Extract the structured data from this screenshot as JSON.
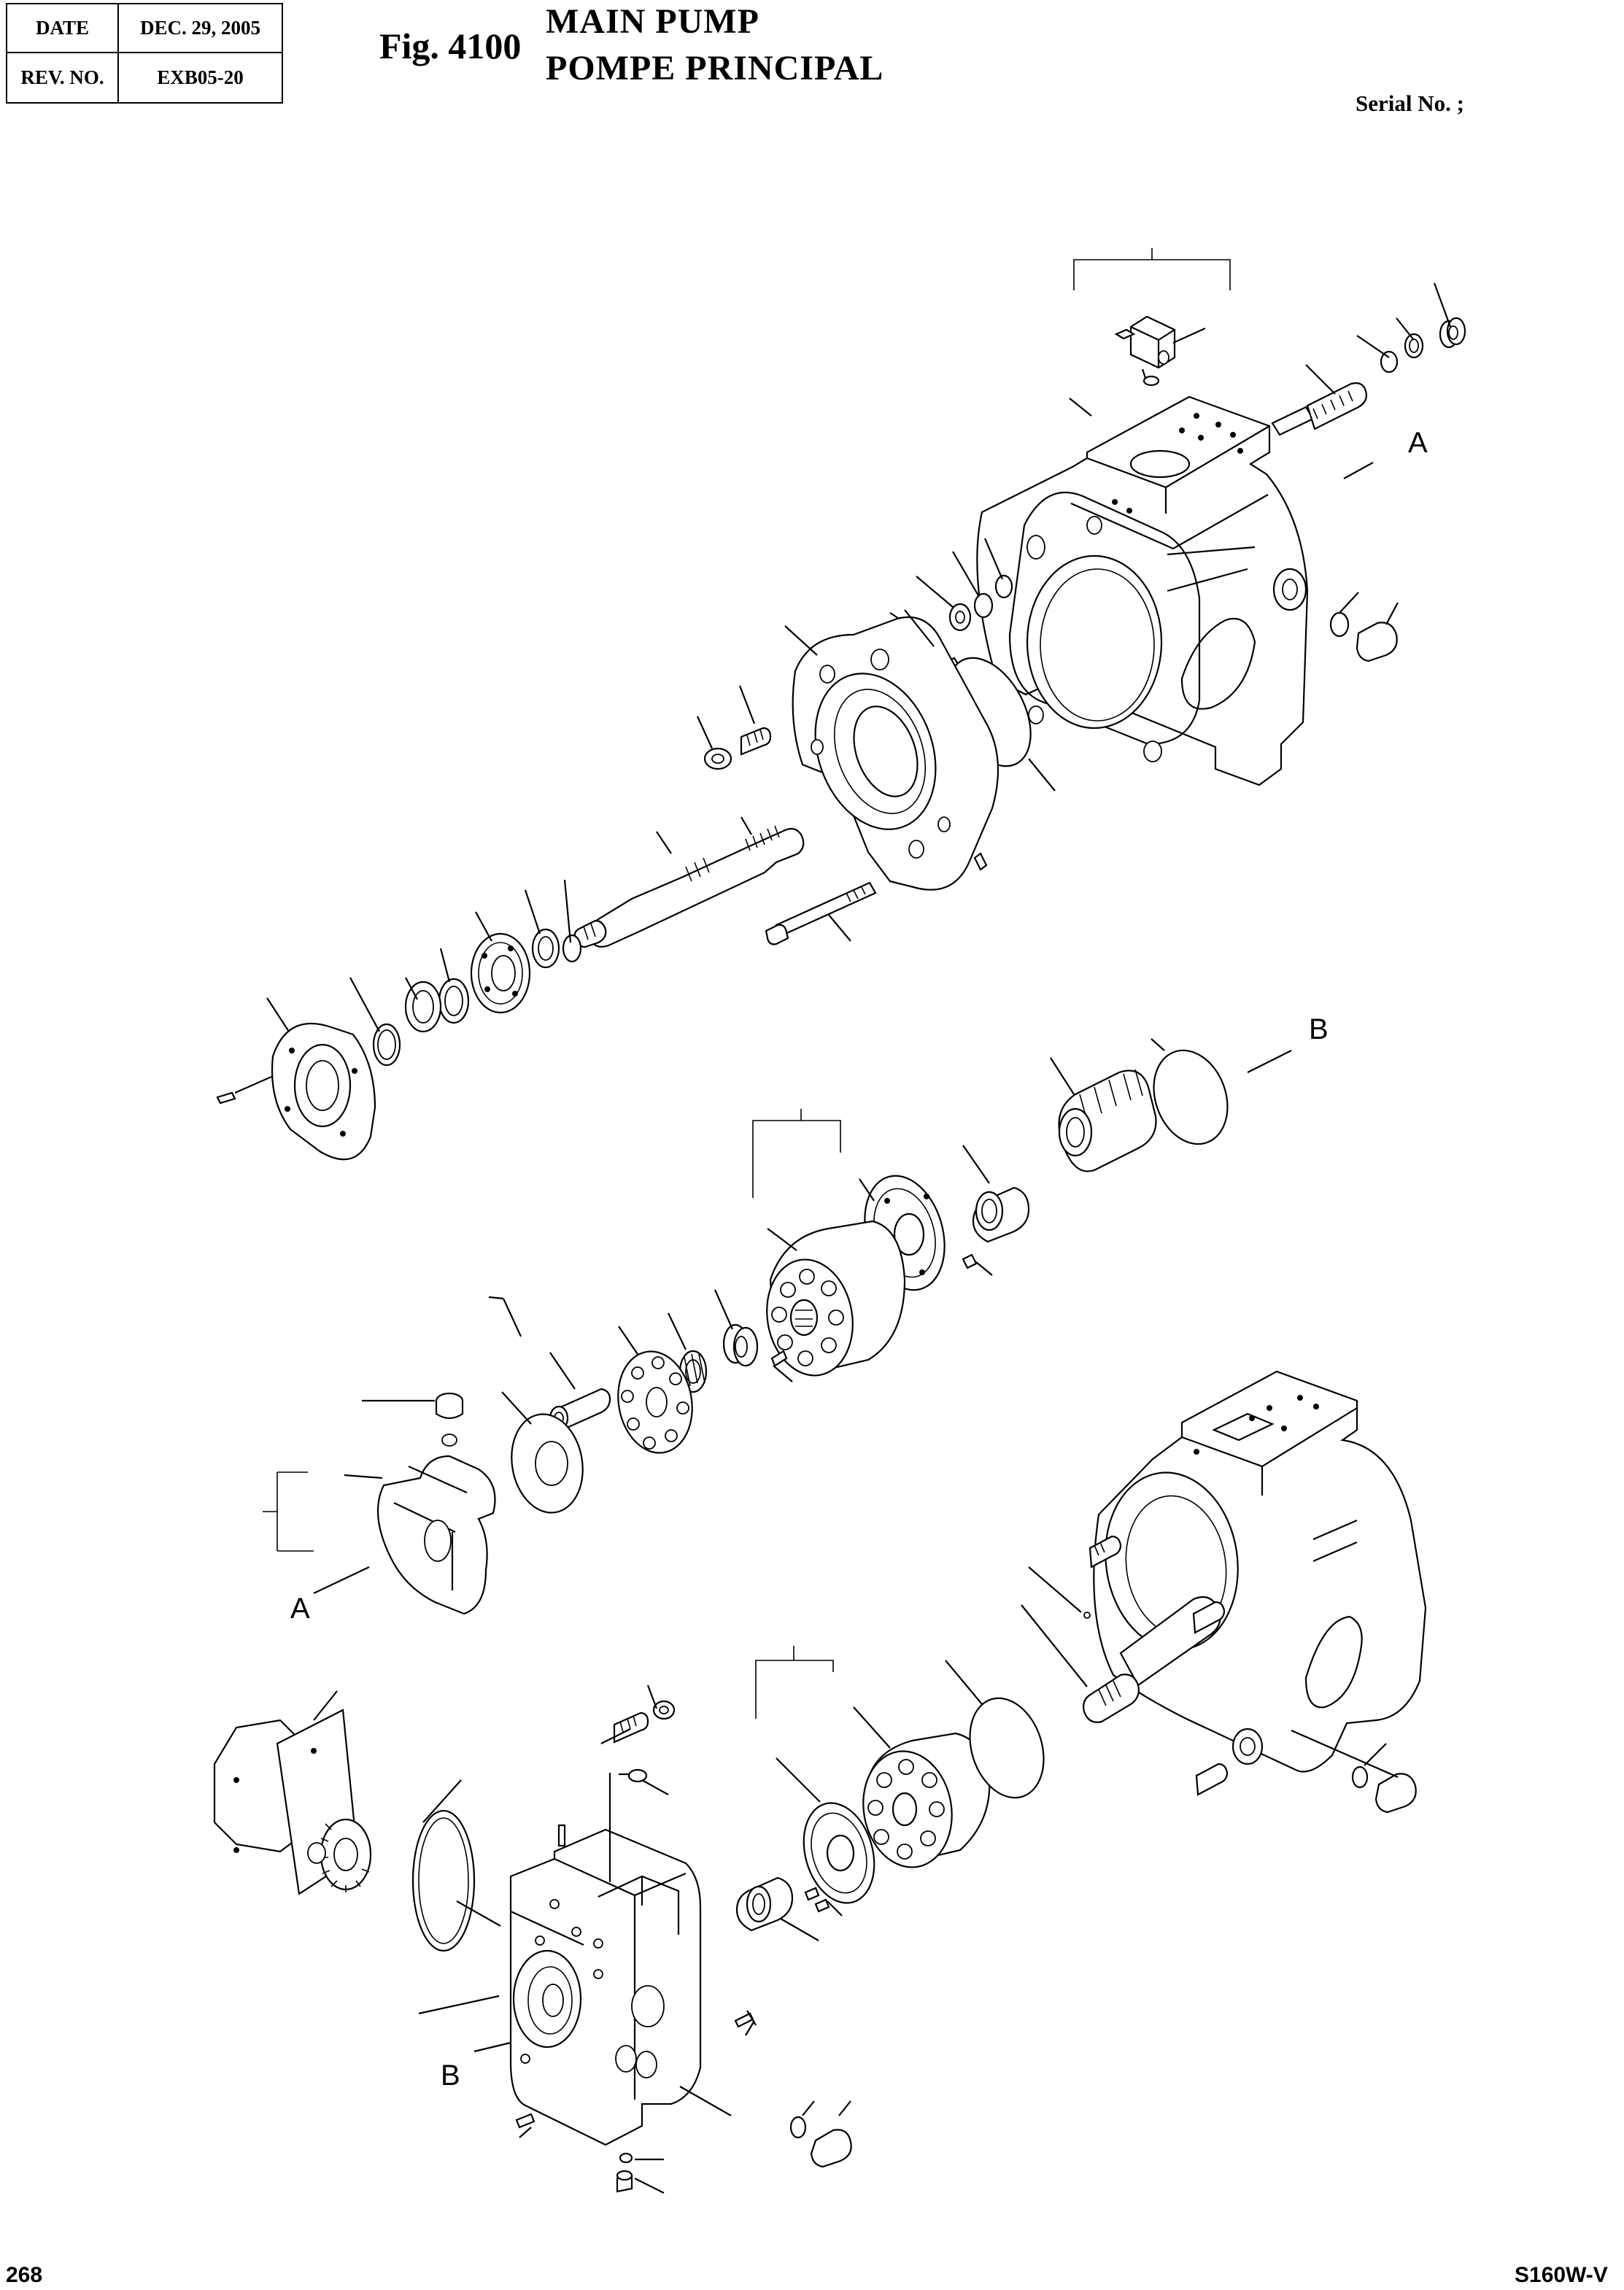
{
  "header": {
    "date_label": "DATE",
    "date_value": "DEC. 29, 2005",
    "rev_label": "REV. NO.",
    "rev_value": "EXB05-20"
  },
  "figure": {
    "number": "Fig. 4100",
    "title_en": "MAIN PUMP",
    "title_fr": "POMPE PRINCIPAL",
    "serial": "Serial No. ;"
  },
  "reference_marks": {
    "a_top": "A",
    "b_top": "B",
    "a_mid": "A",
    "b_bottom": "B"
  },
  "footer": {
    "page_number": "268",
    "model": "S160W-V"
  }
}
